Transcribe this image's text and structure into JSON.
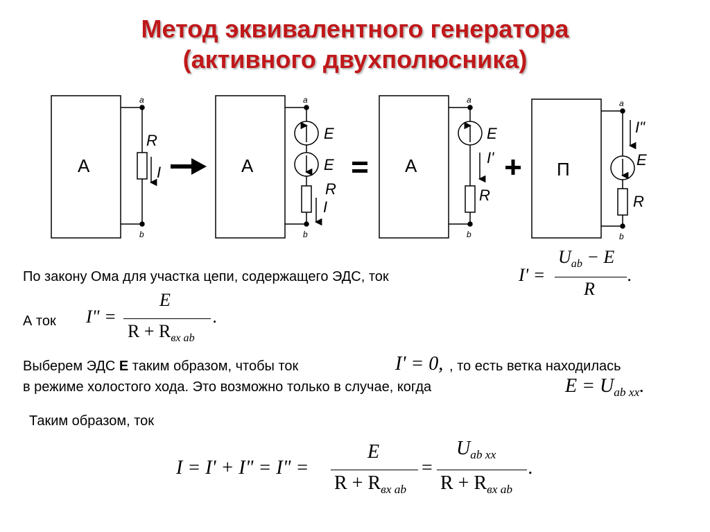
{
  "title": {
    "line1": "Метод эквивалентного генератора",
    "line2": "(активного двухполюсника)"
  },
  "diagram": {
    "node_a": "a",
    "node_b": "b",
    "box_a": "А",
    "box_p": "П",
    "label_R": "R",
    "label_I": "I",
    "label_E": "E",
    "label_I1": "I'",
    "label_I2": "I\"",
    "arrow_sign": "→",
    "equals_sign": "=",
    "plus_sign": "+"
  },
  "text": {
    "ohm": "По закону Ома для участка цепи, содержащего ЭДС, ток",
    "and_current": "А ток",
    "choose_pre": "Выберем ЭДС ",
    "choose_bold": "E",
    "choose_mid": " таким образом, чтобы ток",
    "choose_post": ", то есть ветка находилась",
    "idle_line": "в режиме холостого хода. Это возможно только в случае, когда",
    "thus": "Таким образом, ток"
  },
  "formulas": {
    "i1_lhs": "I' =",
    "i1_num_u": "U",
    "i1_num_sub": "ab",
    "i1_num_rest": " − E",
    "i1_den": "R",
    "i2_lhs": "I\" =",
    "num_E": "E",
    "den_R": "R + R",
    "sub_vx_ab": "вх ab",
    "i_zero": "I' = 0,",
    "e_eq": "E = U",
    "sub_abxx": "ab xx",
    "final_lhs": "I = I' + I\" = I\" =",
    "final_eq2": "=",
    "final_num2_u": "U",
    "dot": "."
  }
}
